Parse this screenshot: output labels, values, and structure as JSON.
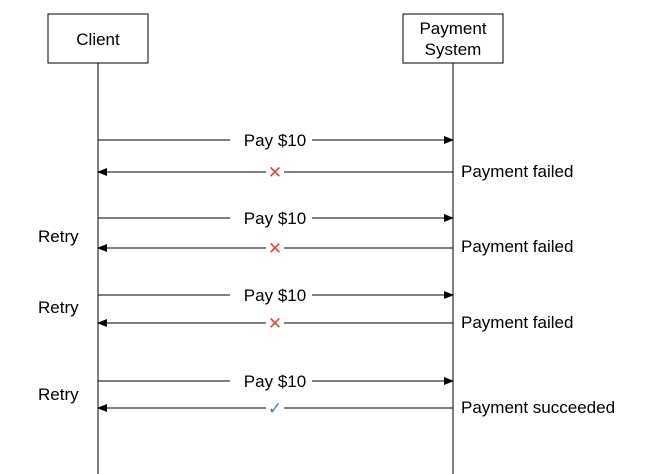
{
  "participants": {
    "client": "Client",
    "payment_system_line1": "Payment",
    "payment_system_line2": "System"
  },
  "exchanges": [
    {
      "request": "Pay $10",
      "response": "Payment failed",
      "retry_label": "",
      "status": "failed",
      "status_glyph": "✕"
    },
    {
      "request": "Pay $10",
      "response": "Payment failed",
      "retry_label": "Retry",
      "status": "failed",
      "status_glyph": "✕"
    },
    {
      "request": "Pay $10",
      "response": "Payment failed",
      "retry_label": "Retry",
      "status": "failed",
      "status_glyph": "✕"
    },
    {
      "request": "Pay $10",
      "response": "Payment succeeded",
      "retry_label": "Retry",
      "status": "succeeded",
      "status_glyph": "✓"
    }
  ],
  "colors": {
    "failed": "#e8472b",
    "succeeded": "#3a7be0",
    "line": "#000000"
  }
}
